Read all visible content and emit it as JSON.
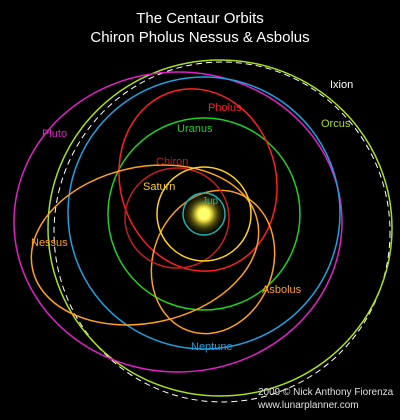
{
  "title": {
    "line1": "The Centaur Orbits",
    "line2": "Chiron Pholus Nessus & Asbolus"
  },
  "orbits": {
    "pluto": {
      "label": "Pluto",
      "color": "#e020c8"
    },
    "ixion": {
      "label": "Ixion",
      "color": "#ffffff"
    },
    "orcus": {
      "label": "Orcus",
      "color": "#a8e020"
    },
    "neptune": {
      "label": "Neptune",
      "color": "#20a0e0"
    },
    "uranus": {
      "label": "Uranus",
      "color": "#20d020"
    },
    "pholus": {
      "label": "Pholus",
      "color": "#ff2020"
    },
    "chiron": {
      "label": "Chiron",
      "color": "#c02020"
    },
    "saturn": {
      "label": "Saturn",
      "color": "#ffd020"
    },
    "jupiter": {
      "label": "Jup",
      "color": "#20b0b0"
    },
    "nessus": {
      "label": "Nessus",
      "color": "#ffa020"
    },
    "asbolus": {
      "label": "Asbolus",
      "color": "#ffa020"
    }
  },
  "sun": {
    "color": "#ffff60"
  },
  "credit": {
    "line1": "2009 © Nick Anthony Fiorenza",
    "line2": "www.lunarplanner.com"
  }
}
